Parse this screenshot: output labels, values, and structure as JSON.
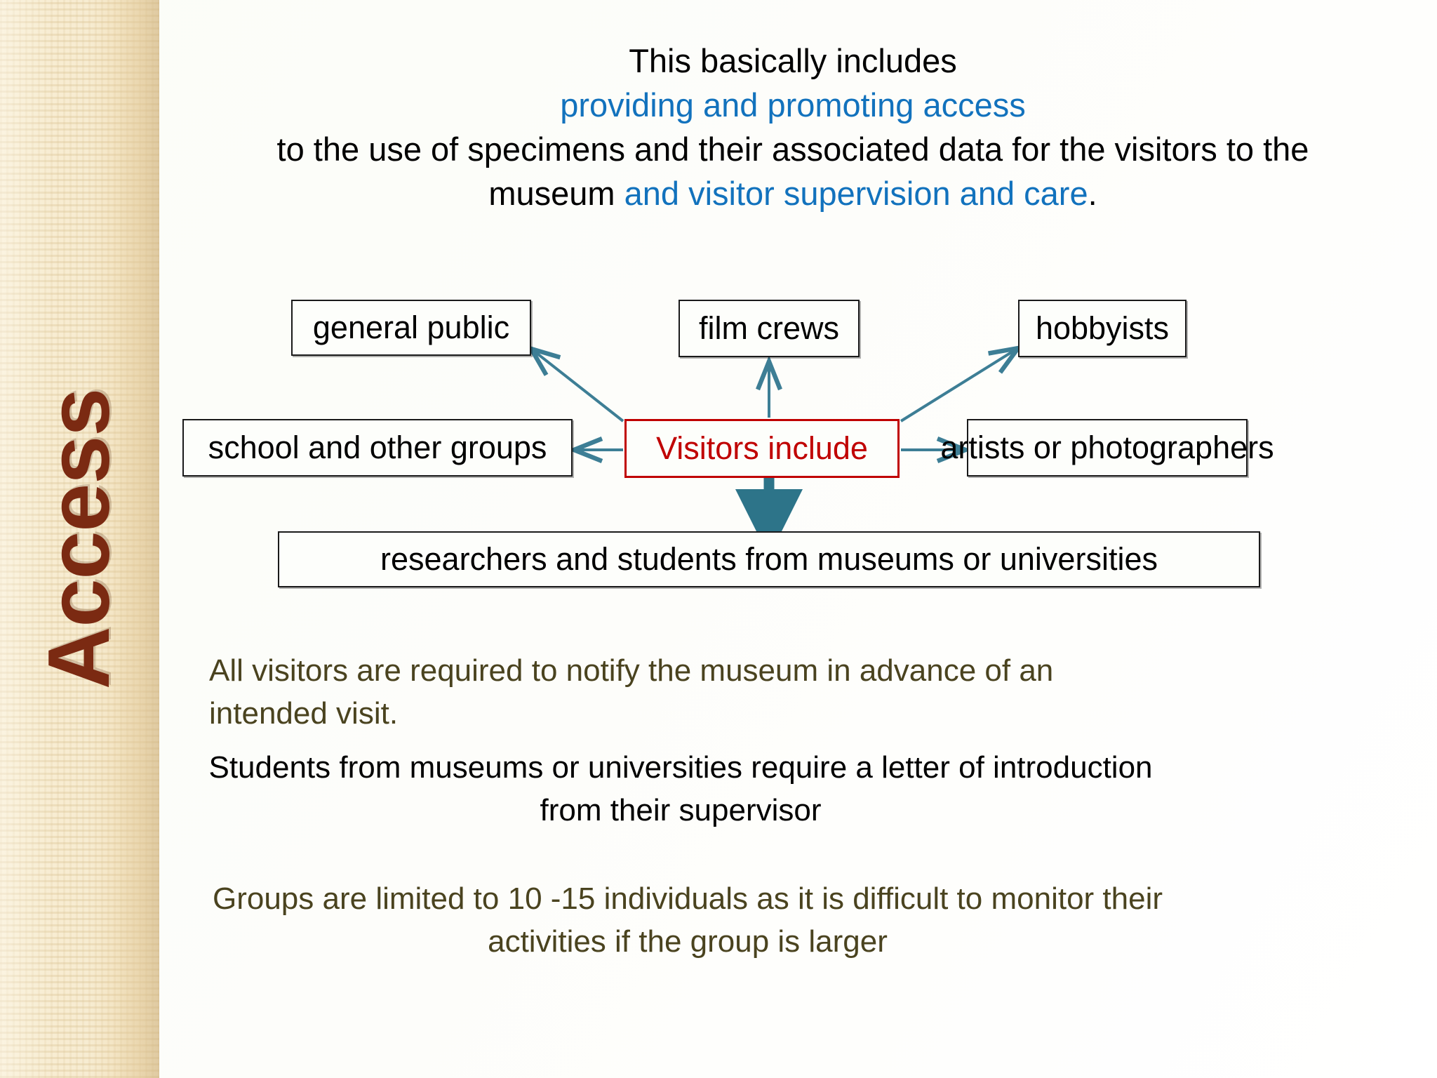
{
  "sidebar": {
    "title": "Access"
  },
  "header": {
    "line1": "This basically includes",
    "line2_accent": "providing and promoting access",
    "line3": "to the use of specimens and their associated data for the visitors to the",
    "line4_pre": "museum ",
    "line4_accent": "and visitor supervision and care",
    "line4_post": "."
  },
  "diagram": {
    "center_label": "Visitors include",
    "nodes": [
      {
        "id": "general-public",
        "label": "general public"
      },
      {
        "id": "film-crews",
        "label": "film crews"
      },
      {
        "id": "hobbyists",
        "label": "hobbyists"
      },
      {
        "id": "school-groups",
        "label": "school and other groups"
      },
      {
        "id": "artists",
        "label": "artists or photographers"
      },
      {
        "id": "researchers",
        "label": "researchers and students from museums or universities"
      }
    ],
    "arrow_color": "#3d7e95",
    "center_border_color": "#c00000",
    "center_text_color": "#c00000",
    "node_border_color": "#1a1a1a"
  },
  "body": {
    "para_notify": "All visitors are required to notify the museum in advance of an intended visit.",
    "para_students": "Students from museums or universities require a letter of introduction from their supervisor",
    "para_groups": "Groups are limited to 10 -15 individuals as it is difficult to monitor their activities if the group is larger"
  },
  "colors": {
    "sidebar_bg": "#f1e3c0",
    "sidebar_title": "#7b2a12",
    "accent_blue": "#1272bd",
    "olive_text": "#4a431f",
    "slide_bg": "#fbfdf8"
  }
}
